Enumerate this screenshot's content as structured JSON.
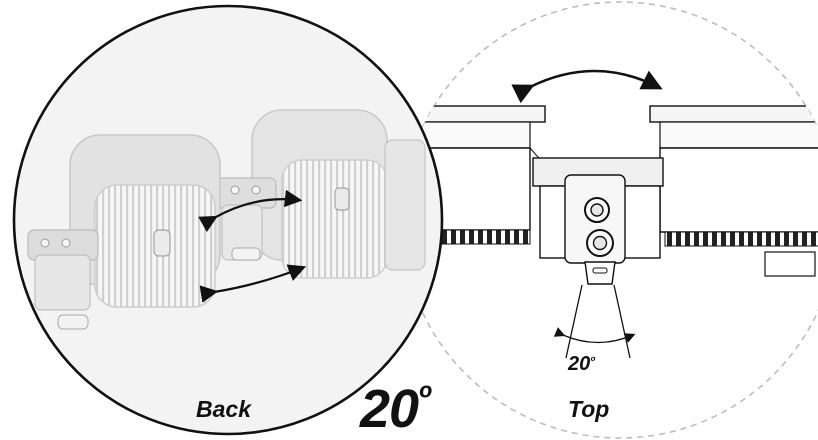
{
  "labels": {
    "back": "Back",
    "top": "Top",
    "angle_small_value": "20",
    "angle_big_value": "20",
    "degree_mark": "º"
  },
  "colors": {
    "outline": "#111111",
    "dashed_circle": "#bbbbbb",
    "fixture_light": "#f2f2f2",
    "fixture_mid": "#d9d9d9",
    "fixture_dark": "#9a9a9a",
    "background_circle": "#f4f4f4"
  }
}
